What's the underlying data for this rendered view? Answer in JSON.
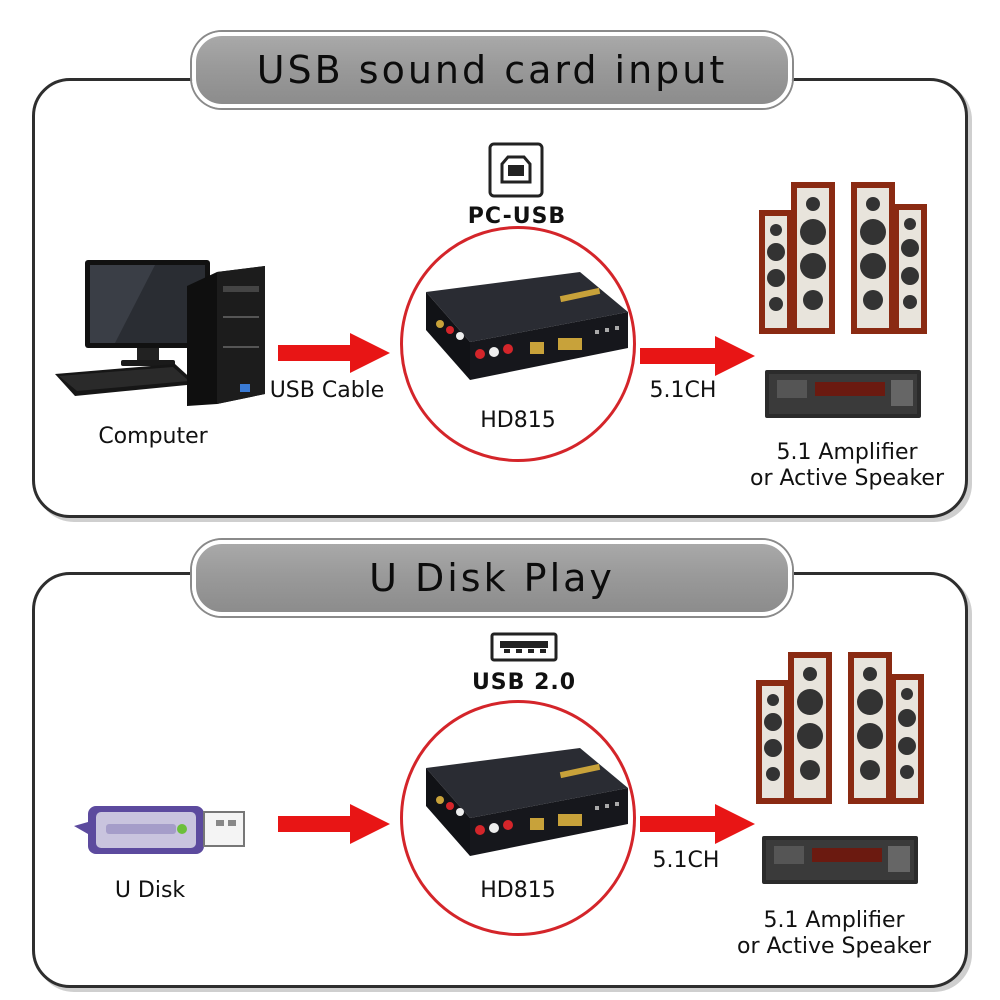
{
  "sections": [
    {
      "title": "USB sound card input",
      "port_label": "PC-USB",
      "port_icon": "usb-type-b-icon",
      "source_label": "Computer",
      "source_icon": "desktop-computer-icon",
      "cable_label": "USB Cable",
      "device_label": "HD815",
      "output_label": "5.1CH",
      "dest_line1": "5.1 Amplifier",
      "dest_line2": "or Active Speaker"
    },
    {
      "title": "U Disk Play",
      "port_label": "USB 2.0",
      "port_icon": "usb-type-a-icon",
      "source_label": "U Disk",
      "source_icon": "usb-flash-drive-icon",
      "cable_label": "",
      "device_label": "HD815",
      "output_label": "5.1CH",
      "dest_line1": "5.1 Amplifier",
      "dest_line2": "or Active Speaker"
    }
  ],
  "colors": {
    "arrow": "#e81515",
    "circle": "#d4252a",
    "banner": "#9a9a9a",
    "speaker_wood": "#8a2a12",
    "device_body": "#16171c"
  }
}
